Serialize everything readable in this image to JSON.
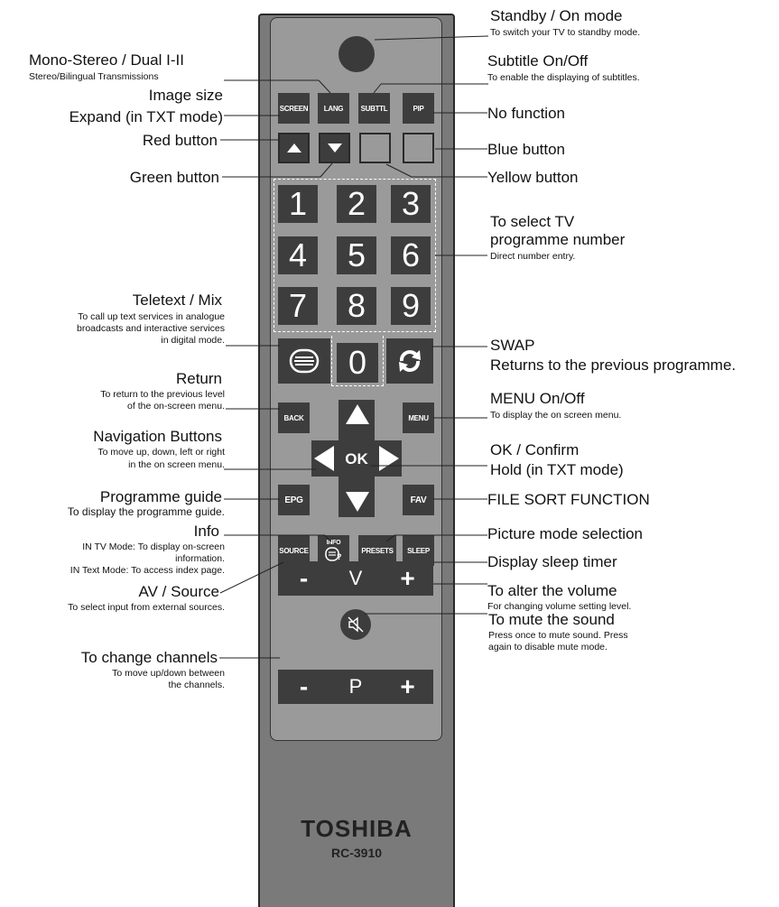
{
  "remote": {
    "brand": "TOSHIBA",
    "model": "RC-3910",
    "buttons": {
      "screen": "SCREEN",
      "lang": "LANG",
      "subttl": "SUBTTL",
      "pip": "PIP",
      "numbers": [
        "1",
        "2",
        "3",
        "4",
        "5",
        "6",
        "7",
        "8",
        "9"
      ],
      "zero": "0",
      "back": "BACK",
      "menu": "MENU",
      "ok": "OK",
      "epg": "EPG",
      "fav": "FAV",
      "source": "SOURCE",
      "info": "INFO",
      "presets": "PRESETS",
      "sleep": "SLEEP",
      "vol_minus": "-",
      "vol_label": "V",
      "vol_plus": "+",
      "ch_minus": "-",
      "ch_label": "P",
      "ch_plus": "+"
    }
  },
  "annotations": {
    "standby_title": "Standby / On mode",
    "standby_desc": "To switch your TV to standby mode.",
    "mono_title": "Mono-Stereo / Dual I-II",
    "mono_desc": "Stereo/Bilingual Transmissions",
    "subtitle_title": "Subtitle On/Off",
    "subtitle_desc": "To enable the displaying of subtitles.",
    "image_size": "Image size",
    "expand": "Expand (in TXT mode)",
    "no_function": "No function",
    "red": "Red button",
    "blue": "Blue button",
    "green": "Green button",
    "yellow": "Yellow button",
    "prog_title": "To select TV",
    "prog_title2": "programme number",
    "prog_desc": "Direct number entry.",
    "teletext_title": "Teletext / Mix",
    "teletext_desc1": "To call up text services in analogue",
    "teletext_desc2": "broadcasts  and interactive services",
    "teletext_desc3": "in digital mode.",
    "swap_title": "SWAP",
    "swap_desc": "Returns to the previous programme.",
    "return_title": "Return",
    "return_desc1": "To return to the previous level",
    "return_desc2": "of the on-screen menu.",
    "menu_title": "MENU On/Off",
    "menu_desc": "To display the on screen menu.",
    "nav_title": "Navigation Buttons",
    "nav_desc1": "To move up, down, left or right",
    "nav_desc2": "in the on screen menu.",
    "ok_title": "OK / Confirm",
    "ok_desc": "Hold (in TXT mode)",
    "guide_title": "Programme guide",
    "guide_desc": "To display the programme guide.",
    "file_sort": "FILE SORT FUNCTION",
    "info_title": "Info",
    "info_desc1": "IN TV Mode: To display on-screen",
    "info_desc2": "information.",
    "info_desc3": "IN Text Mode: To access index page.",
    "picture_mode": "Picture mode selection",
    "sleep_timer": "Display sleep timer",
    "av_title": "AV / Source",
    "av_desc": "To select input from external sources.",
    "volume_title": "To alter the volume",
    "volume_desc": "For changing volume setting level.",
    "mute_title": "To mute the sound",
    "mute_desc1": "Press once to mute sound. Press",
    "mute_desc2": "again to disable mute mode.",
    "channels_title": "To change channels",
    "channels_desc1": "To move up/down between",
    "channels_desc2": "the channels."
  }
}
